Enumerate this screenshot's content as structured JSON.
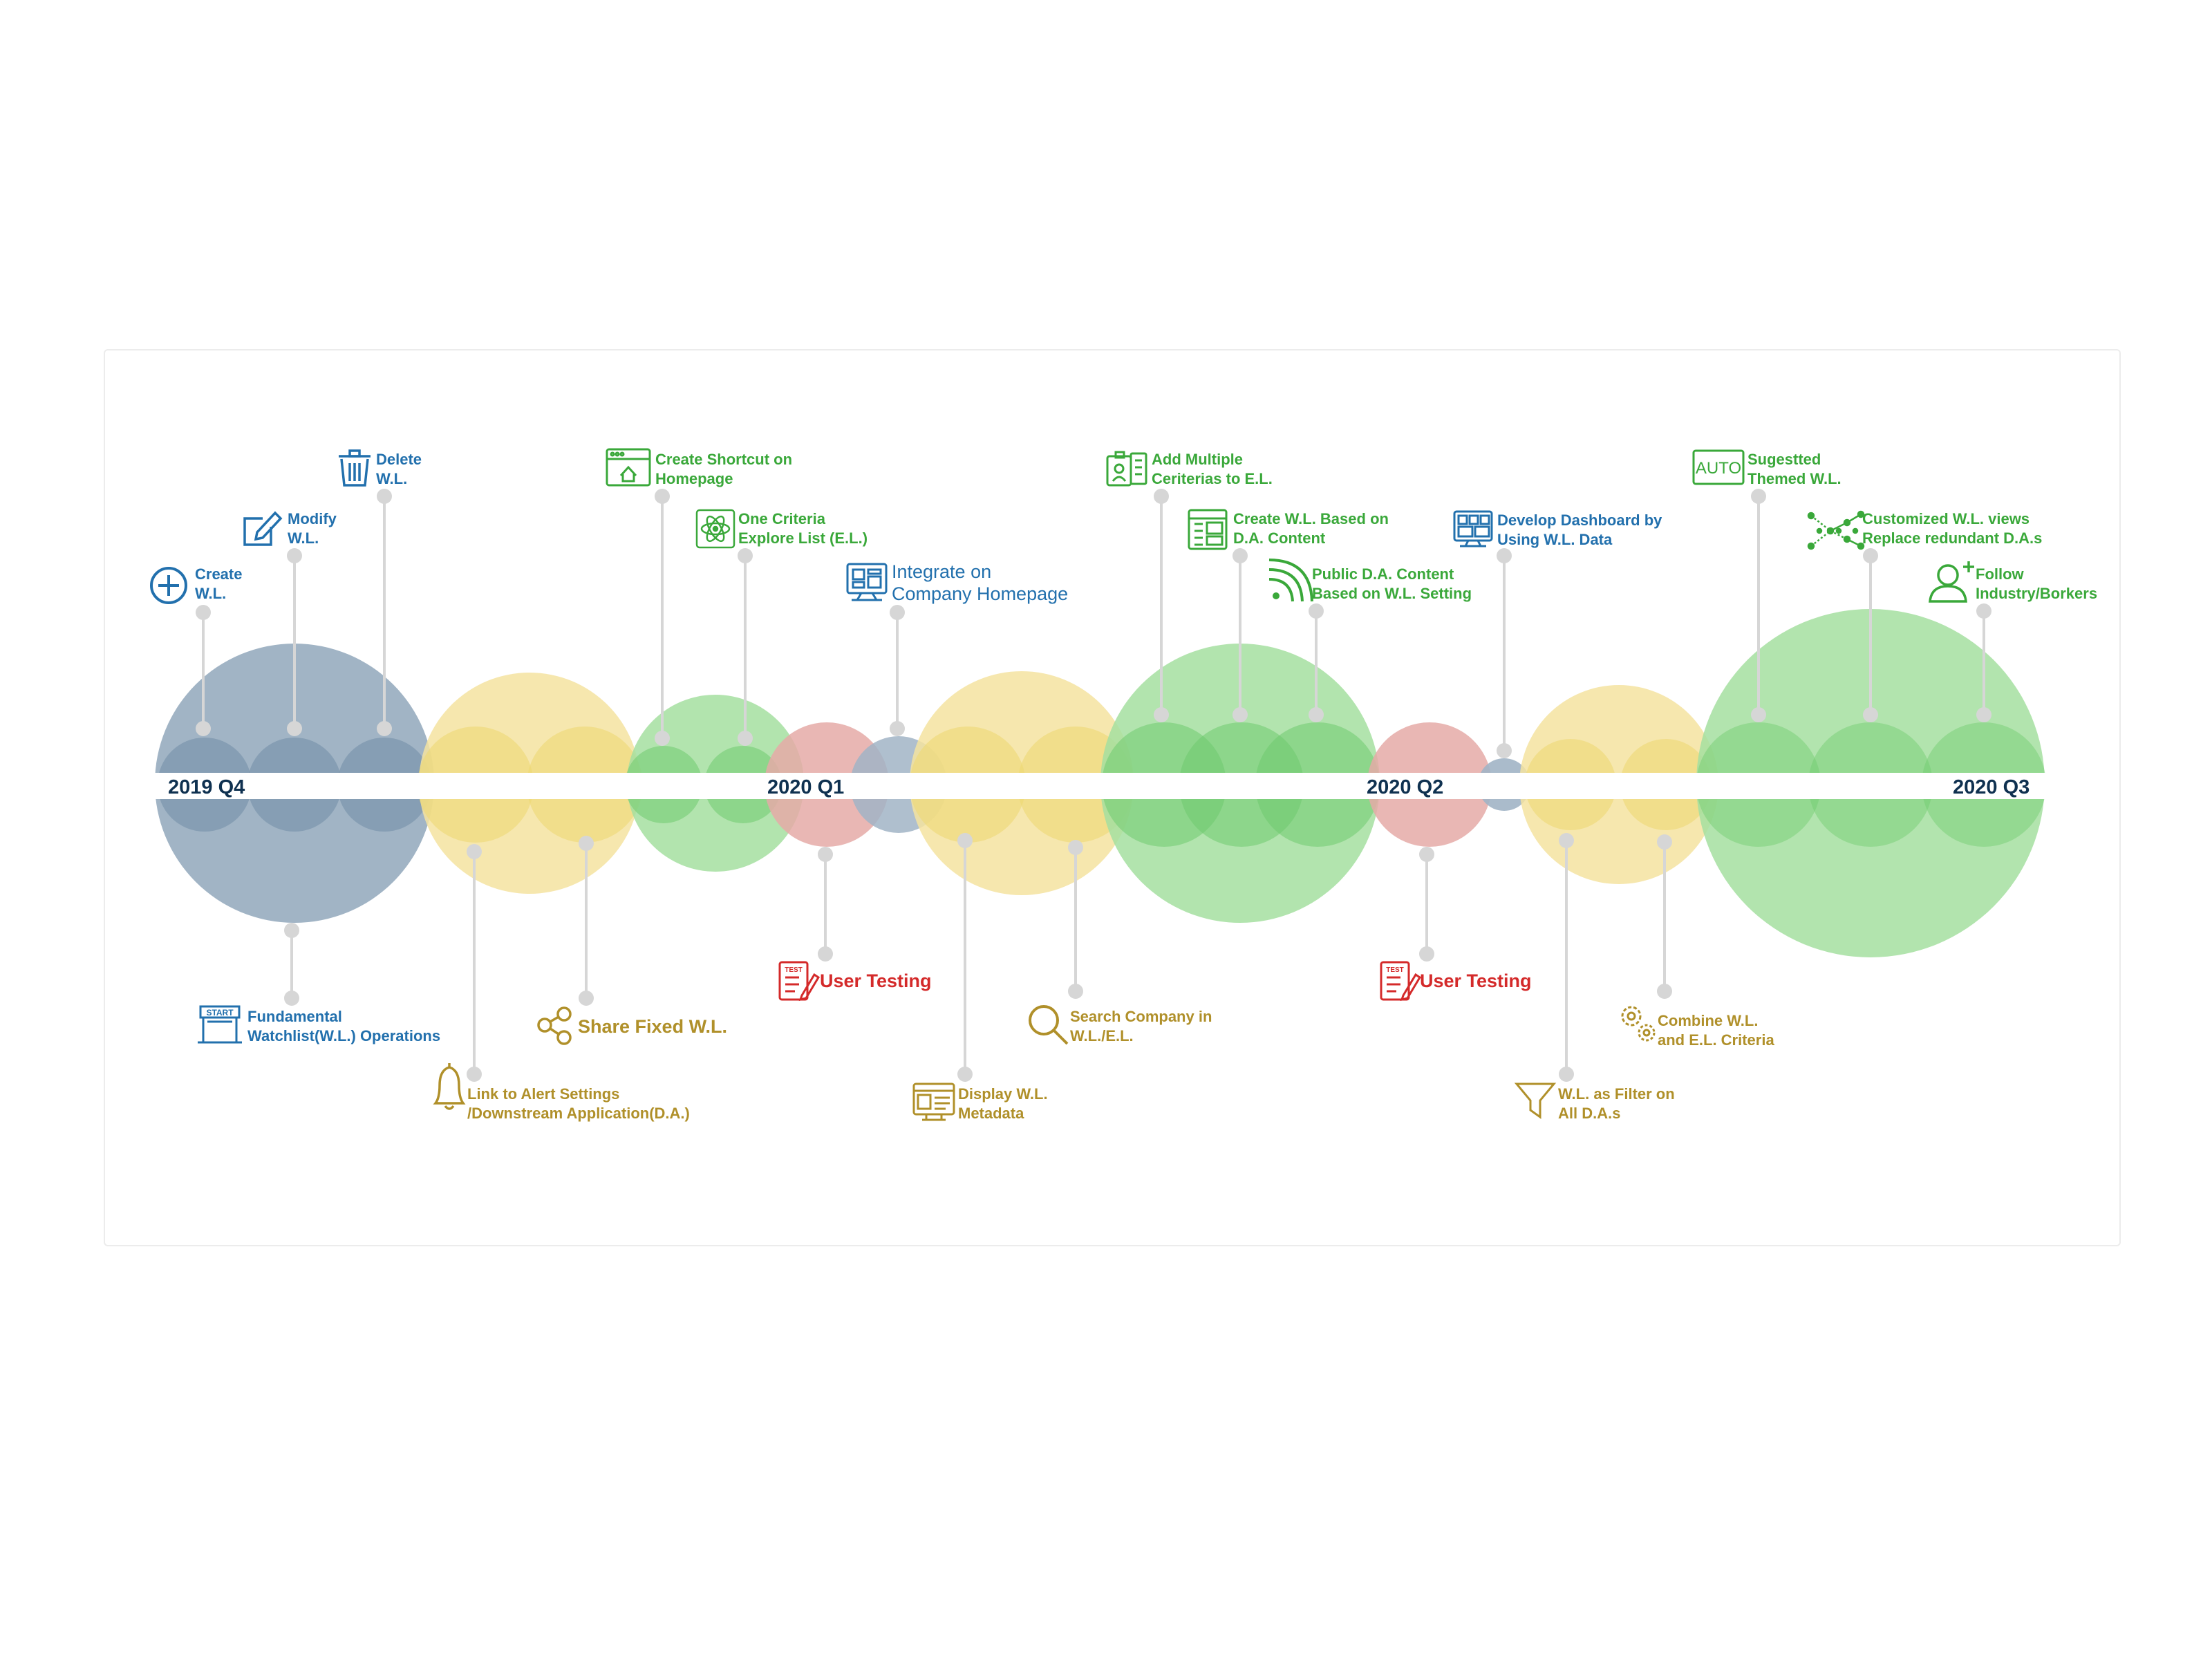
{
  "colors": {
    "blue": "#2270ad",
    "green": "#3aa83a",
    "gold": "#b0902a",
    "red": "#d42a2a",
    "dark": "#0f3150",
    "connector": "#d6d6d6",
    "fill_blue": "#a1b4c5",
    "fill_blue_dark": "#7d97ad",
    "fill_yellow": "#f5e3a0",
    "fill_yellow_dark": "#efd873",
    "fill_green": "#a5dfa0",
    "fill_green_dark": "#6fcb6f",
    "fill_red": "#e5aaa7"
  },
  "timeline": {
    "quarters": [
      "2019 Q4",
      "2020 Q1",
      "2020 Q2",
      "2020 Q3"
    ]
  },
  "milestones": {
    "create_wl": {
      "line1": "Create",
      "line2": "W.L.",
      "icon": "plus-circle-icon",
      "color": "blue"
    },
    "modify_wl": {
      "line1": "Modify",
      "line2": "W.L.",
      "icon": "edit-icon",
      "color": "blue"
    },
    "delete_wl": {
      "line1": "Delete",
      "line2": "W.L.",
      "icon": "trash-icon",
      "color": "blue"
    },
    "fundamental": {
      "line1": "Fundamental",
      "line2": "Watchlist(W.L.) Operations",
      "icon": "start-gate-icon",
      "color": "blue"
    },
    "alert_settings": {
      "line1": "Link to Alert Settings",
      "line2": "/Downstream Application(D.A.)",
      "icon": "bell-icon",
      "color": "gold"
    },
    "share_fixed": {
      "line1": "Share Fixed W.L.",
      "icon": "share-icon",
      "color": "gold"
    },
    "shortcut": {
      "line1": "Create Shortcut on",
      "line2": "Homepage",
      "icon": "browser-home-icon",
      "color": "green"
    },
    "one_criteria": {
      "line1": "One Criteria",
      "line2": "Explore List (E.L.)",
      "icon": "atom-icon",
      "color": "green"
    },
    "user_testing_1": {
      "line1": "User Testing",
      "icon": "test-checklist-icon",
      "color": "red"
    },
    "integrate": {
      "line1": "Integrate on",
      "line2": "Company Homepage",
      "icon": "dashboard-monitor-icon",
      "color": "blue"
    },
    "display_meta": {
      "line1": "Display W.L.",
      "line2": "Metadata",
      "icon": "data-monitor-icon",
      "color": "gold"
    },
    "search_company": {
      "line1": "Search Company in",
      "line2": "W.L./E.L.",
      "icon": "search-icon",
      "color": "gold"
    },
    "add_multiple": {
      "line1": "Add Multiple",
      "line2": "Ceriterias to E.L.",
      "icon": "clipboard-criteria-icon",
      "color": "green"
    },
    "create_based": {
      "line1": "Create W.L. Based on",
      "line2": "D.A. Content",
      "icon": "layout-list-icon",
      "color": "green"
    },
    "public_da": {
      "line1": "Public D.A. Content",
      "line2": "Based on W.L. Setting",
      "icon": "rss-icon",
      "color": "green"
    },
    "user_testing_2": {
      "line1": "User Testing",
      "icon": "test-checklist-icon",
      "color": "red"
    },
    "dashboard": {
      "line1": "Develop Dashboard by",
      "line2": "Using W.L. Data",
      "icon": "monitor-grid-icon",
      "color": "blue"
    },
    "filter": {
      "line1": "W.L. as Filter on",
      "line2": "All D.A.s",
      "icon": "funnel-icon",
      "color": "gold"
    },
    "combine": {
      "line1": "Combine W.L.",
      "line2": "and E.L. Criteria",
      "icon": "gears-icon",
      "color": "gold"
    },
    "suggested": {
      "line1": "Sugestted",
      "line2": "Themed W.L.",
      "icon": "auto-icon",
      "icon_text": "AUTO",
      "color": "green"
    },
    "customized": {
      "line1": "Customized W.L. views",
      "line2": "Replace redundant D.A.s",
      "icon": "network-nodes-icon",
      "color": "green"
    },
    "follow": {
      "line1": "Follow",
      "line2": "Industry/Borkers",
      "icon": "add-user-icon",
      "color": "green"
    }
  }
}
